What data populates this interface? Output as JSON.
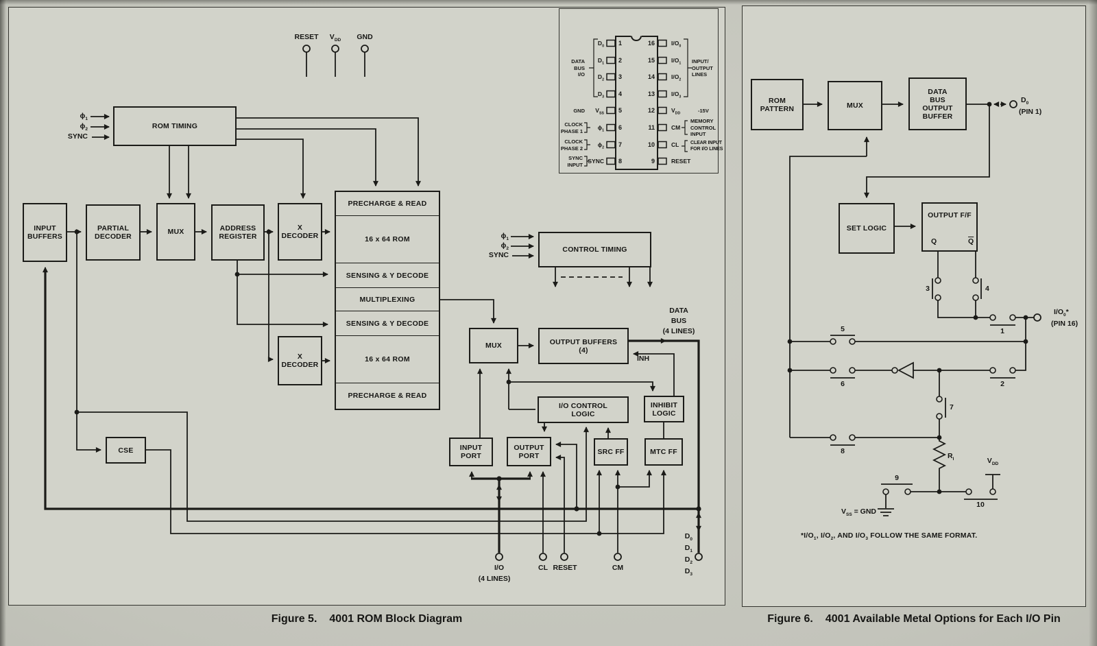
{
  "page": {
    "paper_color": "#d2d3ca",
    "ink_color": "#1b1b18"
  },
  "fig5": {
    "caption_label": "Figure 5.",
    "caption_text": "4001 ROM Block Diagram",
    "top_terminals": [
      "RESET",
      "V~DD~",
      "GND"
    ],
    "rom_timing_inputs": [
      "ϕ~1~",
      "ϕ~2~",
      "SYNC"
    ],
    "control_timing_inputs": [
      "ϕ~1~",
      "ϕ~2~",
      "SYNC"
    ],
    "blocks": {
      "rom_timing": "ROM TIMING",
      "input_buffers": "INPUT BUFFERS",
      "partial_decoder": "PARTIAL DECODER",
      "mux_left": "MUX",
      "address_register": "ADDRESS REGISTER",
      "x_decoder_top": "X DECODER",
      "x_decoder_bottom": "X DECODER",
      "cse": "CSE",
      "control_timing": "CONTROL TIMING",
      "mux_right": "MUX",
      "output_buffers_line1": "OUTPUT BUFFERS",
      "output_buffers_line2": "(4)",
      "io_control_logic": "I/O CONTROL LOGIC",
      "inhibit_logic": "INHIBIT LOGIC",
      "input_port": "INPUT PORT",
      "output_port": "OUTPUT PORT",
      "src_ff": "SRC FF",
      "mtc_ff": "MTC FF"
    },
    "rom_stack": [
      "PRECHARGE & READ",
      "16 x 64 ROM",
      "SENSING & Y DECODE",
      "MULTIPLEXING",
      "SENSING & Y DECODE",
      "16 x 64 ROM",
      "PRECHARGE & READ"
    ],
    "labels": {
      "data_bus": [
        "DATA",
        "BUS",
        "(4 LINES)"
      ],
      "inh": "INH",
      "io": "I/O",
      "io_sub": "(4 LINES)",
      "cl": "CL",
      "reset": "RESET",
      "cm": "CM",
      "d": [
        "D~0~",
        "D~1~",
        "D~2~",
        "D~3~"
      ]
    },
    "pinout": {
      "pins_left": [
        {
          "n": "1",
          "label": "D~0~"
        },
        {
          "n": "2",
          "label": "D~1~"
        },
        {
          "n": "3",
          "label": "D~2~"
        },
        {
          "n": "4",
          "label": "D~3~"
        },
        {
          "n": "5",
          "label": "V~SS~"
        },
        {
          "n": "6",
          "label": "ϕ~1~"
        },
        {
          "n": "7",
          "label": "ϕ~2~"
        },
        {
          "n": "8",
          "label": "SYNC"
        }
      ],
      "pins_right": [
        {
          "n": "16",
          "label": "I/O~0~"
        },
        {
          "n": "15",
          "label": "I/O~1~"
        },
        {
          "n": "14",
          "label": "I/O~2~"
        },
        {
          "n": "13",
          "label": "I/O~3~"
        },
        {
          "n": "12",
          "label": "V~DD~"
        },
        {
          "n": "11",
          "label": "CM"
        },
        {
          "n": "10",
          "label": "CL"
        },
        {
          "n": "9",
          "label": "RESET"
        }
      ],
      "group_data_bus": [
        "DATA",
        "BUS",
        "I/O"
      ],
      "group_gnd": "GND",
      "group_clock1": [
        "CLOCK",
        "PHASE 1"
      ],
      "group_clock2": [
        "CLOCK",
        "PHASE 2"
      ],
      "group_sync": [
        "SYNC",
        "INPUT"
      ],
      "group_io": [
        "INPUT/",
        "OUTPUT",
        "LINES"
      ],
      "group_m15": "-15V",
      "group_cm": [
        "MEMORY",
        "CONTROL",
        "INPUT"
      ],
      "group_cl": [
        "CLEAR INPUT",
        "FOR I/O LINES"
      ]
    }
  },
  "fig6": {
    "caption_label": "Figure 6.",
    "caption_text": "4001 Available Metal Options for Each I/O Pin",
    "blocks": {
      "rom_pattern": "ROM PATTERN",
      "mux": "MUX",
      "data_bus_output_buffer": "DATA BUS OUTPUT BUFFER",
      "set_logic": "SET LOGIC",
      "output_ff": "OUTPUT F/F"
    },
    "labels": {
      "q": "Q",
      "q_bar": "Q",
      "d0": "D~0~",
      "d0_pin": "(PIN 1)",
      "io0": "I/O~0~*",
      "io0_pin": "(PIN 16)",
      "switches": [
        "1",
        "2",
        "3",
        "4",
        "5",
        "6",
        "7",
        "8",
        "9",
        "10"
      ],
      "r_i": "R~I~",
      "vdd": "V~DD~",
      "vss_gnd": "V~SS~ = GND",
      "footnote": "*I/O~1~, I/O~2~, AND I/O~3~ FOLLOW THE SAME FORMAT."
    }
  }
}
